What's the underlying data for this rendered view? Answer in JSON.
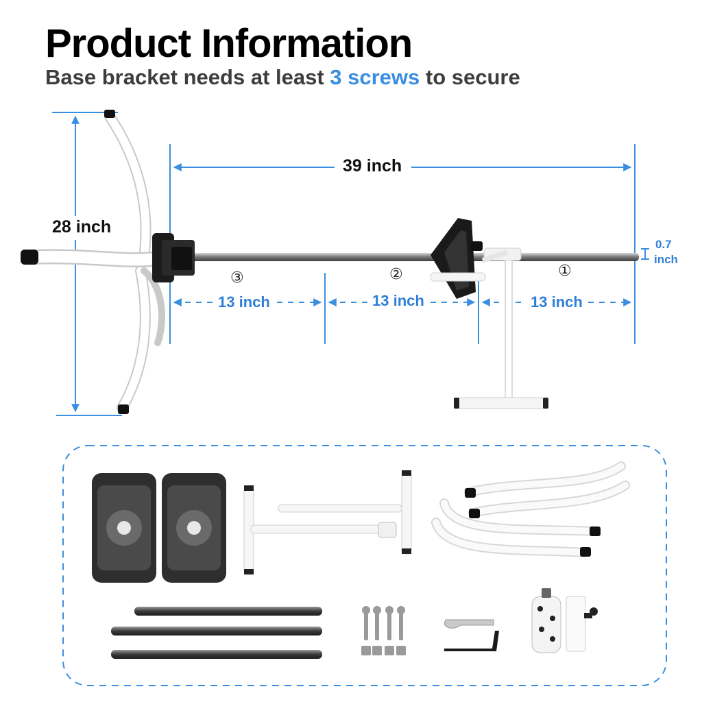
{
  "header": {
    "title": "Product Information",
    "subtitle_pre": "Base bracket needs at least ",
    "subtitle_highlight": "3 screws",
    "subtitle_post": " to secure"
  },
  "dimensions": {
    "height": "28 inch",
    "total_length": "39 inch",
    "segment_3": "13 inch",
    "segment_2": "13 inch",
    "segment_1": "13 inch",
    "pole_diameter_value": "0.7",
    "pole_diameter_unit": "inch"
  },
  "segment_markers": {
    "s3": "③",
    "s2": "②",
    "s1": "①"
  },
  "colors": {
    "accent": "#3a8ee0",
    "frame": "#ffffff",
    "pole": "#8a8a8a",
    "hardware": "#1a1a1a"
  }
}
